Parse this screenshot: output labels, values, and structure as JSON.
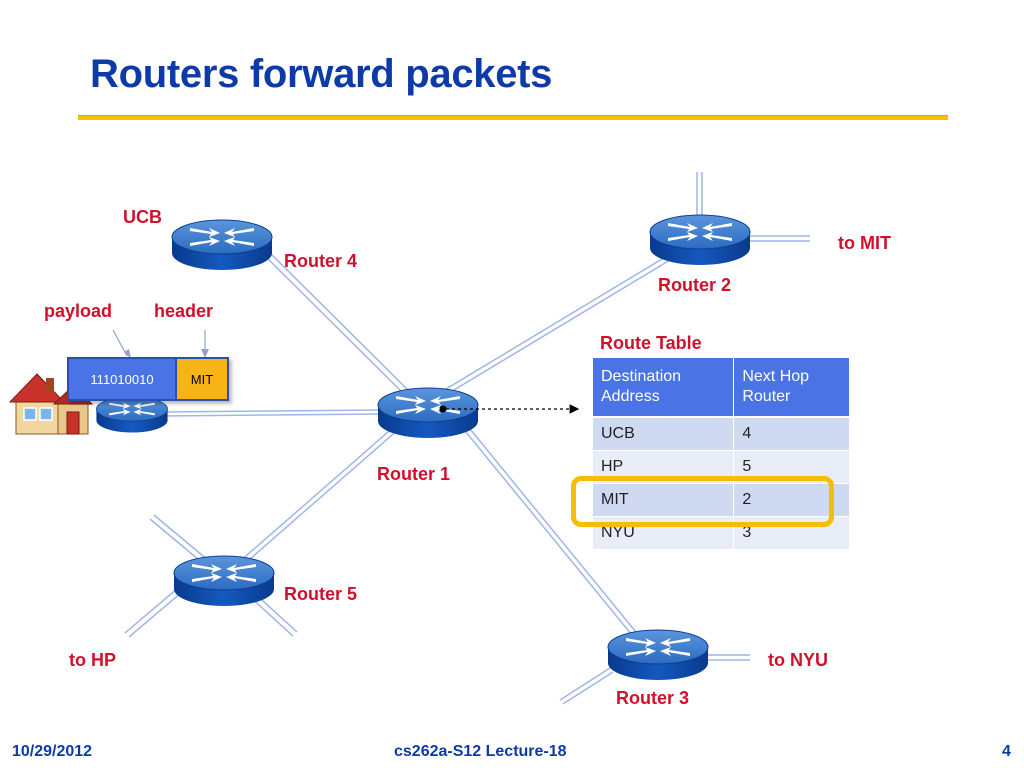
{
  "title": "Routers forward packets",
  "labels": {
    "ucb": "UCB",
    "router4": "Router 4",
    "router2": "Router 2",
    "to_mit": "to MIT",
    "payload": "payload",
    "header": "header",
    "route_table": "Route Table",
    "router1": "Router 1",
    "router5": "Router 5",
    "router3": "Router 3",
    "to_hp": "to HP",
    "to_nyu": "to NYU"
  },
  "packet": {
    "payload_text": "111010010",
    "header_text": "MIT"
  },
  "route_table": {
    "headers": [
      "Destination Address",
      "Next Hop Router"
    ],
    "rows": [
      {
        "destination": "UCB",
        "next_hop": "4"
      },
      {
        "destination": "HP",
        "next_hop": "5"
      },
      {
        "destination": "MIT",
        "next_hop": "2"
      },
      {
        "destination": "NYU",
        "next_hop": "3"
      }
    ],
    "highlighted_destination": "MIT"
  },
  "footer": {
    "date": "10/29/2012",
    "course": "cs262a-S12 Lecture-18",
    "page": "4"
  },
  "colors": {
    "title": "#0d3aa8",
    "label": "#d0112b",
    "router_top": "#3a78c8",
    "router_side": "#0b4aa8",
    "link": "#9fb6e8",
    "highlight": "#f5be00",
    "payload": "#4a74e6",
    "header": "#f6b417"
  },
  "icons": [
    "router-icon",
    "house-icon"
  ]
}
